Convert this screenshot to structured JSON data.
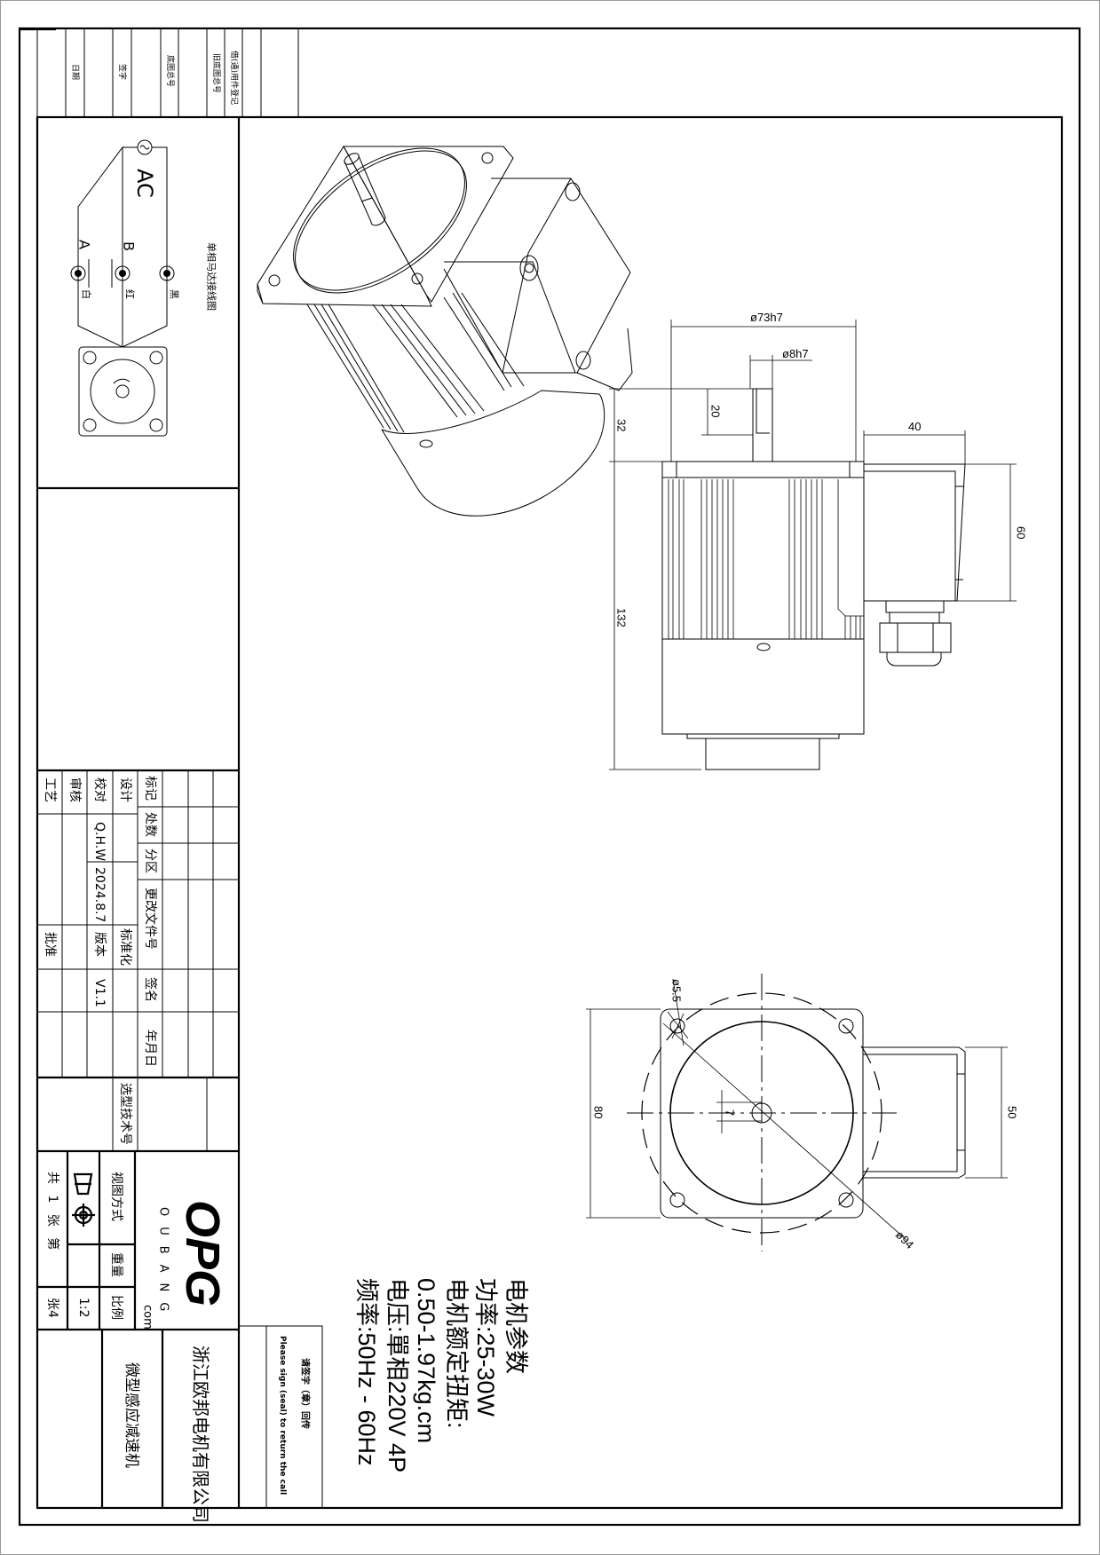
{
  "top_strip": {
    "labels": [
      "日期",
      "签字",
      "底图总号",
      "旧底图总号",
      "借(通)用件登记"
    ]
  },
  "wiring": {
    "title": "单相马达接线图",
    "ac": "AC",
    "terminal_a": "A",
    "terminal_b": "B",
    "wire_colors": [
      "白",
      "红",
      "黑"
    ]
  },
  "dimensions": {
    "flange_diameter": "ø73h7",
    "shaft_diameter": "ø8h7",
    "shaft_length": "20",
    "shaft_height": "32",
    "body_length": "132",
    "box_width": "40",
    "box_height": "60",
    "hole_diameter": "ø5.5",
    "square_size": "80",
    "pcd": "ø94",
    "key_width": "7",
    "box_front": "50"
  },
  "params": {
    "title": "电机参数",
    "lines": [
      "功率:25-30W",
      "电机额定扭矩:",
      "0.50-1.97kg.cm",
      "电压:單相220V 4P",
      "频率:50Hz - 60Hz"
    ]
  },
  "signature": {
    "cn": "请签字（章）回传",
    "en": "Please sign (seal) to return the call"
  },
  "title_block": {
    "mark": "标记",
    "count": "处数",
    "zone": "分区",
    "change_doc": "更改文件号",
    "sign": "签名",
    "date": "年月日",
    "design": "设计",
    "check": "校对",
    "review": "审核",
    "process": "工艺",
    "checker_name": "Q.H.W",
    "check_date": "2024.8.7",
    "standardize": "标准化",
    "version_label": "版本",
    "version": "V1.1",
    "approve": "批准",
    "selection_no": "选型技术号",
    "view_method": "视图方式",
    "weight": "重量",
    "scale_label": "比例",
    "scale": "1:2",
    "sheets": "共 1 张 第",
    "sheet_no": "张4",
    "brand_logo": "OPG",
    "brand_name": "OUBANG",
    "brand_suffix": "com",
    "company": "浙江欧邦电机有限公司",
    "product": "微型感应减速机"
  }
}
